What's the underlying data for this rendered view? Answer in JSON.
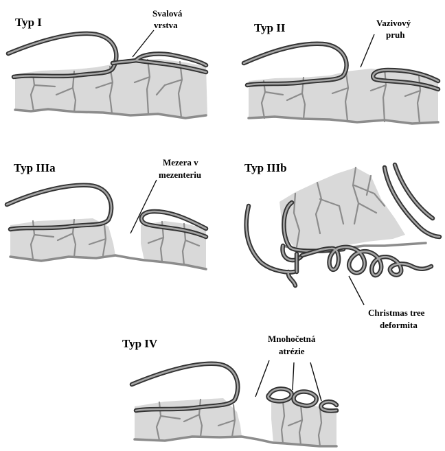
{
  "panels": {
    "typ1": {
      "title": "Typ I",
      "label_line1": "Svalová",
      "label_line2": "vrstva"
    },
    "typ2": {
      "title": "Typ II",
      "label_line1": "Vazivový",
      "label_line2": "pruh"
    },
    "typ3a": {
      "title": "Typ IIIa",
      "label_line1": "Mezera v",
      "label_line2": "mezenteriu"
    },
    "typ3b": {
      "title": "Typ IIIb",
      "label_line1": "Christmas tree",
      "label_line2": "deformita"
    },
    "typ4": {
      "title": "Typ IV",
      "label_line1": "Mnohočetná",
      "label_line2": "atrézie"
    }
  },
  "colors": {
    "mesentery": "#d9d9d9",
    "vessel": "#8c8c8c",
    "bowel_wall": "#333333",
    "bowel_lumen": "#a6a6a6"
  }
}
